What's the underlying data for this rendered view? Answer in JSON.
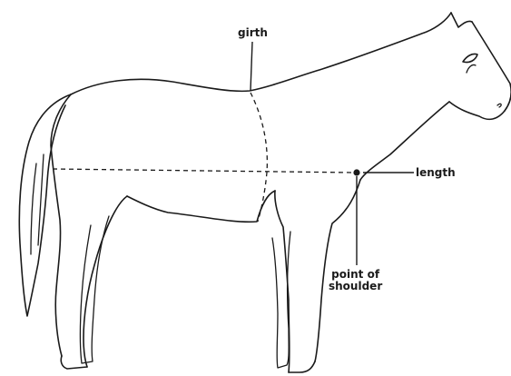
{
  "labels": {
    "girth": "girth",
    "length": "length",
    "point_line1": "point of",
    "point_line2": "shoulder"
  },
  "colors": {
    "ink": "#1a1a1a",
    "background": "#ffffff"
  }
}
